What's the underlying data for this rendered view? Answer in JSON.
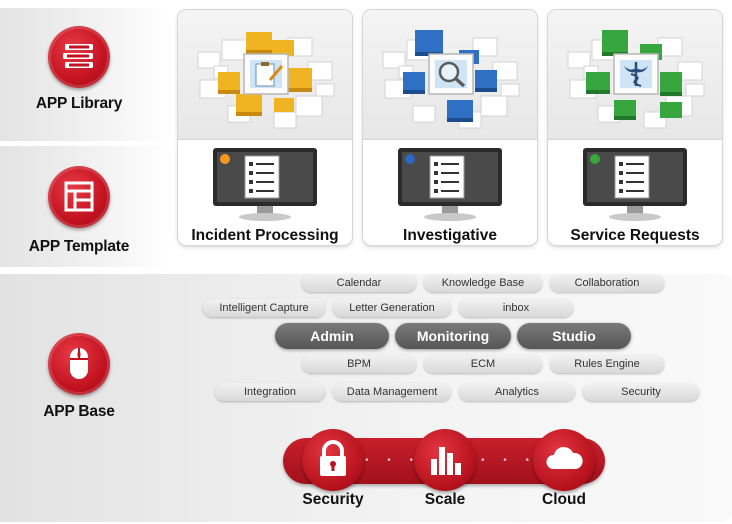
{
  "rows": {
    "library": {
      "label": "APP Library",
      "icon": "books-icon"
    },
    "template": {
      "label": "APP Template",
      "icon": "layout-template-icon"
    },
    "base": {
      "label": "APP Base",
      "icon": "mouse-icon"
    }
  },
  "apps": [
    {
      "title": "Incident Processing",
      "color": "#f0b321",
      "dot": "#f39a1e",
      "icon": "clipboard-pencil-icon"
    },
    {
      "title": "Investigative",
      "color": "#2f6fc4",
      "dot": "#2e67c0",
      "icon": "magnifier-icon"
    },
    {
      "title": "Service Requests",
      "color": "#38a63f",
      "dot": "#3aa63b",
      "icon": "medical-caduceus-icon"
    }
  ],
  "services": {
    "row1": [
      "Calendar",
      "Knowledge Base",
      "Collaboration"
    ],
    "row2": [
      "Intelligent Capture",
      "Letter Generation",
      "inbox"
    ],
    "core": [
      "Admin",
      "Monitoring",
      "Studio"
    ],
    "row4": [
      "BPM",
      "ECM",
      "Rules Engine"
    ],
    "row5": [
      "Integration",
      "Data Management",
      "Analytics",
      "Security"
    ]
  },
  "foundation": [
    {
      "label": "Security",
      "icon": "padlock-icon"
    },
    {
      "label": "Scale",
      "icon": "bar-chart-icon"
    },
    {
      "label": "Cloud",
      "icon": "cloud-icon"
    }
  ],
  "colors": {
    "brand_red": "#c2121f",
    "pill_dark": "#606060",
    "pill_light": "#e4e4e4"
  }
}
